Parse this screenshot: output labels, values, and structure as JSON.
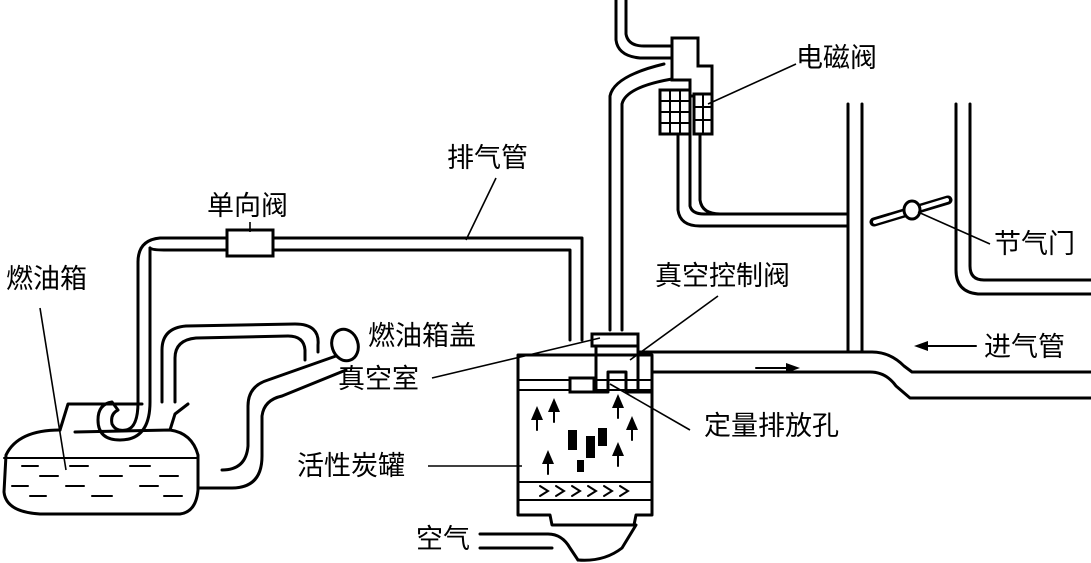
{
  "labels": {
    "fuel_tank": "燃油箱",
    "check_valve": "单向阀",
    "vent_pipe": "排气管",
    "solenoid_valve": "电磁阀",
    "throttle": "节气门",
    "vacuum_control_valve": "真空控制阀",
    "fuel_cap": "燃油箱盖",
    "vacuum_chamber": "真空室",
    "intake_pipe": "进气管",
    "metering_orifice": "定量排放孔",
    "carbon_canister": "活性炭罐",
    "air": "空气"
  }
}
